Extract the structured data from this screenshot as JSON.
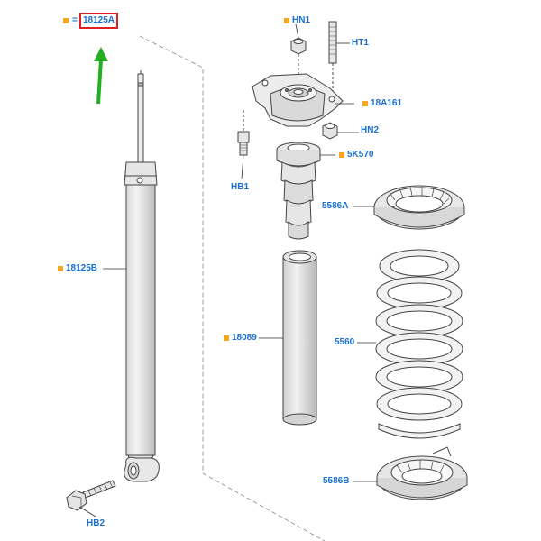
{
  "legend": {
    "equals": "=",
    "highlighted_part": "18125A"
  },
  "labels": {
    "shock_absorber": "18125B",
    "lower_bolt": "HB2",
    "nut": "HN1",
    "stud": "HT1",
    "top_mount": "18A161",
    "mount_nut": "HN2",
    "mount_bolt": "HB1",
    "bump_stop": "5K570",
    "dust_boot": "18089",
    "upper_seat": "5586A",
    "coil_spring": "5560",
    "lower_seat": "5586B"
  },
  "colors": {
    "label_blue": "#1a6fd0",
    "marker_orange": "#f5a623",
    "highlight_red": "#e02020",
    "arrow_green": "#22b022",
    "line_gray": "#444444"
  },
  "icons": {
    "marker": "orange-square-marker",
    "pointer": "green-arrow-up-icon"
  }
}
